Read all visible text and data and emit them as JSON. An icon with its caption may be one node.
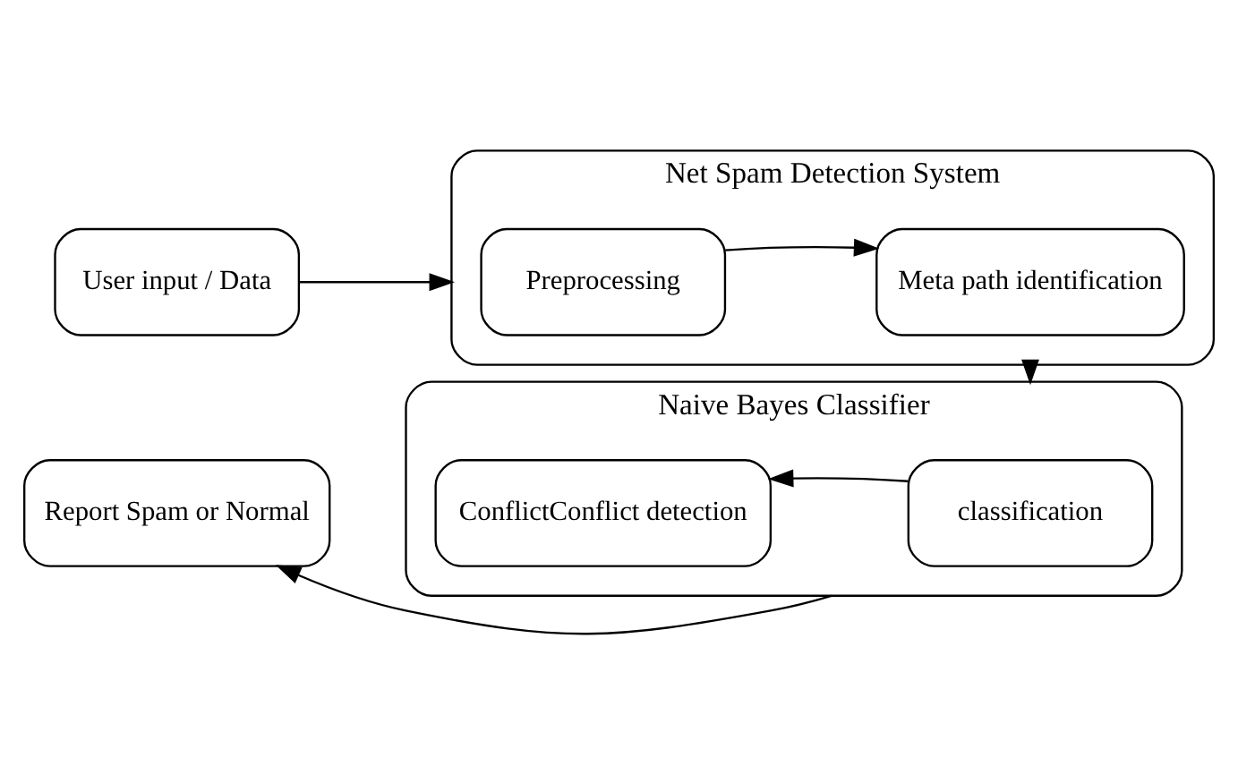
{
  "diagram": {
    "nodes": [
      {
        "text": [
          "User input / Data"
        ]
      },
      {
        "text": [
          "Net Spam Detection System"
        ]
      },
      {
        "text": [
          "Preprocessing"
        ],
        "in": 1
      },
      {
        "text": [
          "Meta path identification"
        ],
        "in": 1
      },
      {
        "text": [
          "Naive Bayes Classifier"
        ]
      },
      {
        "text": [
          "ConflictConflict detection"
        ],
        "in": 4
      },
      {
        "text": [
          "classification"
        ],
        "in": 4
      },
      {
        "text": [
          "Report Spam or Normal"
        ]
      }
    ],
    "edges": [
      {
        "from": 0,
        "to": 1,
        "arrow": "to"
      },
      {
        "from": 2,
        "to": 3,
        "arrow": "to"
      },
      {
        "from": 1,
        "to": 4,
        "arrow": "to"
      },
      {
        "from": 6,
        "to": 5,
        "arrow": "to"
      },
      {
        "from": 4,
        "to": 7,
        "arrow": "to"
      }
    ]
  }
}
